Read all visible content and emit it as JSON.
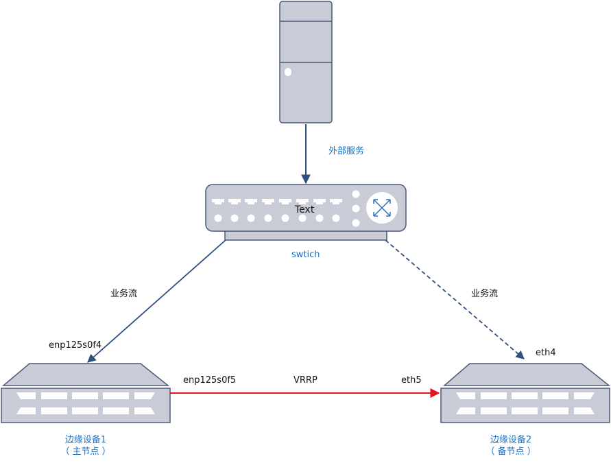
{
  "labels": {
    "external_service": "外部服务",
    "switch_text": "Text",
    "switch_name": "swtich",
    "business_flow_left": "业务流",
    "business_flow_right": "业务流",
    "port_left_top": "enp125s0f4",
    "port_left_right": "enp125s0f5",
    "protocol": "VRRP",
    "port_right_left": "eth5",
    "port_right_top": "eth4",
    "edge_device_1": "边缘设备1",
    "edge_device_1_role": "（ 主节点 ）",
    "edge_device_2": "边缘设备2",
    "edge_device_2_role": "（ 备节点 ）"
  },
  "colors": {
    "device_fill": "#c9ccd6",
    "device_stroke": "#4a5a78",
    "link_primary": "#2f4f7f",
    "link_backup": "#2f4f7f",
    "vrrp_link": "#e8141c",
    "label_blue": "#1f6fbf",
    "label_dark": "#111111"
  },
  "links": [
    {
      "from": "server",
      "to": "switch",
      "style": "solid"
    },
    {
      "from": "switch",
      "to": "edge-device-1",
      "style": "solid"
    },
    {
      "from": "switch",
      "to": "edge-device-2",
      "style": "dashed"
    },
    {
      "from": "edge-device-1",
      "to": "edge-device-2",
      "style": "solid",
      "label": "VRRP"
    }
  ]
}
